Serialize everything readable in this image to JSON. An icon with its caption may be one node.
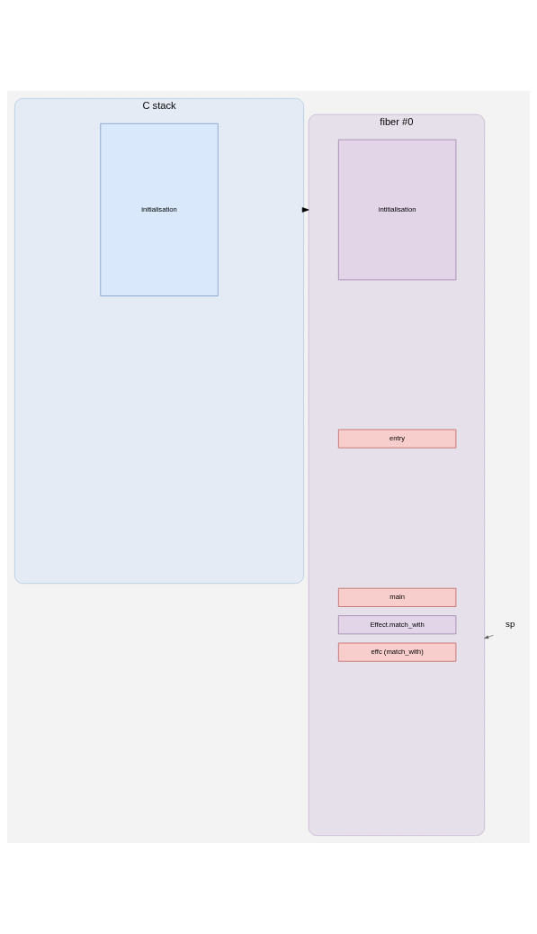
{
  "diagram": {
    "nodes": [
      {
        "text": [
          "C stack"
        ]
      },
      {
        "text": [
          "initialisation"
        ],
        "in": 0
      },
      {
        "text": [
          "fiber #0"
        ]
      },
      {
        "text": [
          "intitialisation"
        ],
        "in": 2
      },
      {
        "text": [
          "entry"
        ],
        "in": 2
      },
      {
        "text": [
          "main"
        ],
        "in": 2
      },
      {
        "text": [
          "Effect.match_with"
        ],
        "in": 2
      },
      {
        "text": [
          "effc (match_with)"
        ],
        "in": 2
      },
      {
        "text": [
          "sp"
        ]
      }
    ],
    "edges": [
      {
        "from": 0,
        "to": 2,
        "arrow": "to"
      },
      {
        "from": 8,
        "to": 2,
        "arrow": "to"
      }
    ]
  }
}
